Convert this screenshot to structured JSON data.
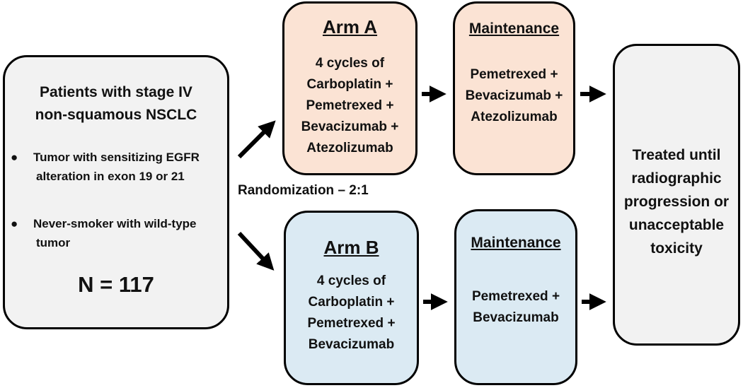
{
  "population": {
    "title_lines": [
      "Patients with stage IV",
      "non-squamous NSCLC"
    ],
    "bullets": [
      {
        "lines": [
          "Tumor with sensitizing EGFR",
          "alteration in exon 19 or 21"
        ]
      },
      {
        "lines": [
          "Never-smoker with wild-type",
          "tumor"
        ]
      }
    ],
    "n_label": "N = 117"
  },
  "randomization_label": "Randomization – 2:1",
  "arm_a": {
    "title": "Arm A",
    "lines": [
      "4 cycles of",
      "Carboplatin +",
      "Pemetrexed +",
      "Bevacizumab +",
      "Atezolizumab"
    ]
  },
  "arm_b": {
    "title": "Arm B",
    "lines": [
      "4 cycles of",
      "Carboplatin +",
      "Pemetrexed +",
      "Bevacizumab"
    ]
  },
  "maintenance_a": {
    "title": "Maintenance",
    "lines": [
      "Pemetrexed +",
      "Bevacizumab +",
      "Atezolizumab"
    ]
  },
  "maintenance_b": {
    "title": "Maintenance",
    "lines": [
      "Pemetrexed +",
      "Bevacizumab"
    ]
  },
  "outcome": {
    "lines": [
      "Treated until",
      "radiographic",
      "progression or",
      "unacceptable",
      "toxicity"
    ]
  },
  "colors": {
    "population_fill": "#f2f2f2",
    "arm_a_fill": "#fbe3d4",
    "arm_b_fill": "#dbeaf3",
    "outcome_fill": "#f2f2f2",
    "border": "#000000"
  }
}
